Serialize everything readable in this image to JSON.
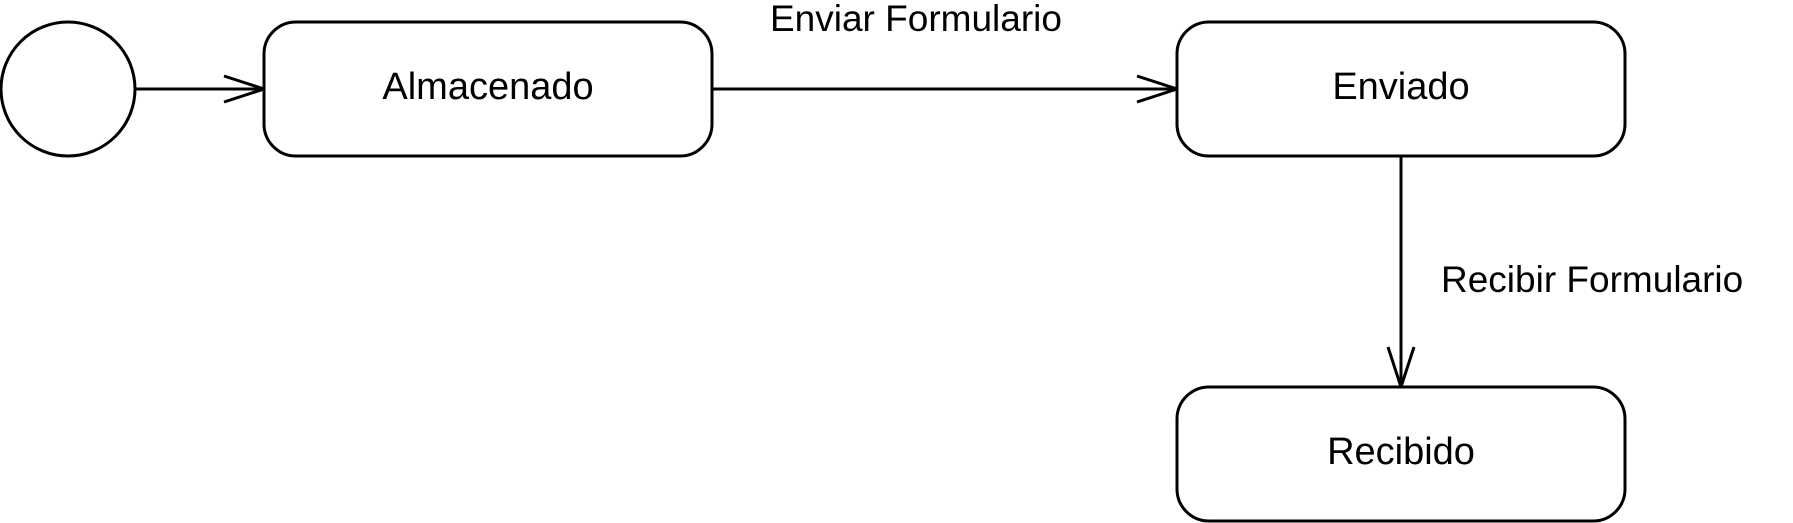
{
  "diagram": {
    "type": "state-diagram",
    "colors": {
      "stroke": "#000000",
      "fill": "#ffffff",
      "text": "#000000"
    },
    "initial_state": {
      "shape": "circle",
      "label": ""
    },
    "states": [
      {
        "id": "almacenado",
        "label": "Almacenado"
      },
      {
        "id": "enviado",
        "label": "Enviado"
      },
      {
        "id": "recibido",
        "label": "Recibido"
      }
    ],
    "transitions": [
      {
        "from": "initial",
        "to": "almacenado",
        "label": ""
      },
      {
        "from": "almacenado",
        "to": "enviado",
        "label": "Enviar Formulario"
      },
      {
        "from": "enviado",
        "to": "recibido",
        "label": "Recibir Formulario"
      }
    ]
  }
}
